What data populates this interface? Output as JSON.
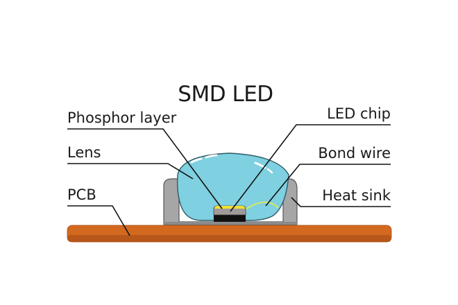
{
  "title": "SMD LED",
  "labels": {
    "phosphor_layer": "Phosphor layer",
    "lens": "Lens",
    "pcb": "PCB",
    "led_chip": "LED chip",
    "bond_wire": "Bond wire",
    "heat_sink": "Heat sink"
  },
  "colors": {
    "pcb": "#d2691e",
    "pcb_shadow": "#b8571a",
    "heat_sink": "#a6a6a6",
    "lens": "#7fd0e0",
    "phosphor": "#f2e234",
    "chip": "#a09a9a",
    "chip_base": "#111111",
    "bond_wire": "#d6e860"
  }
}
